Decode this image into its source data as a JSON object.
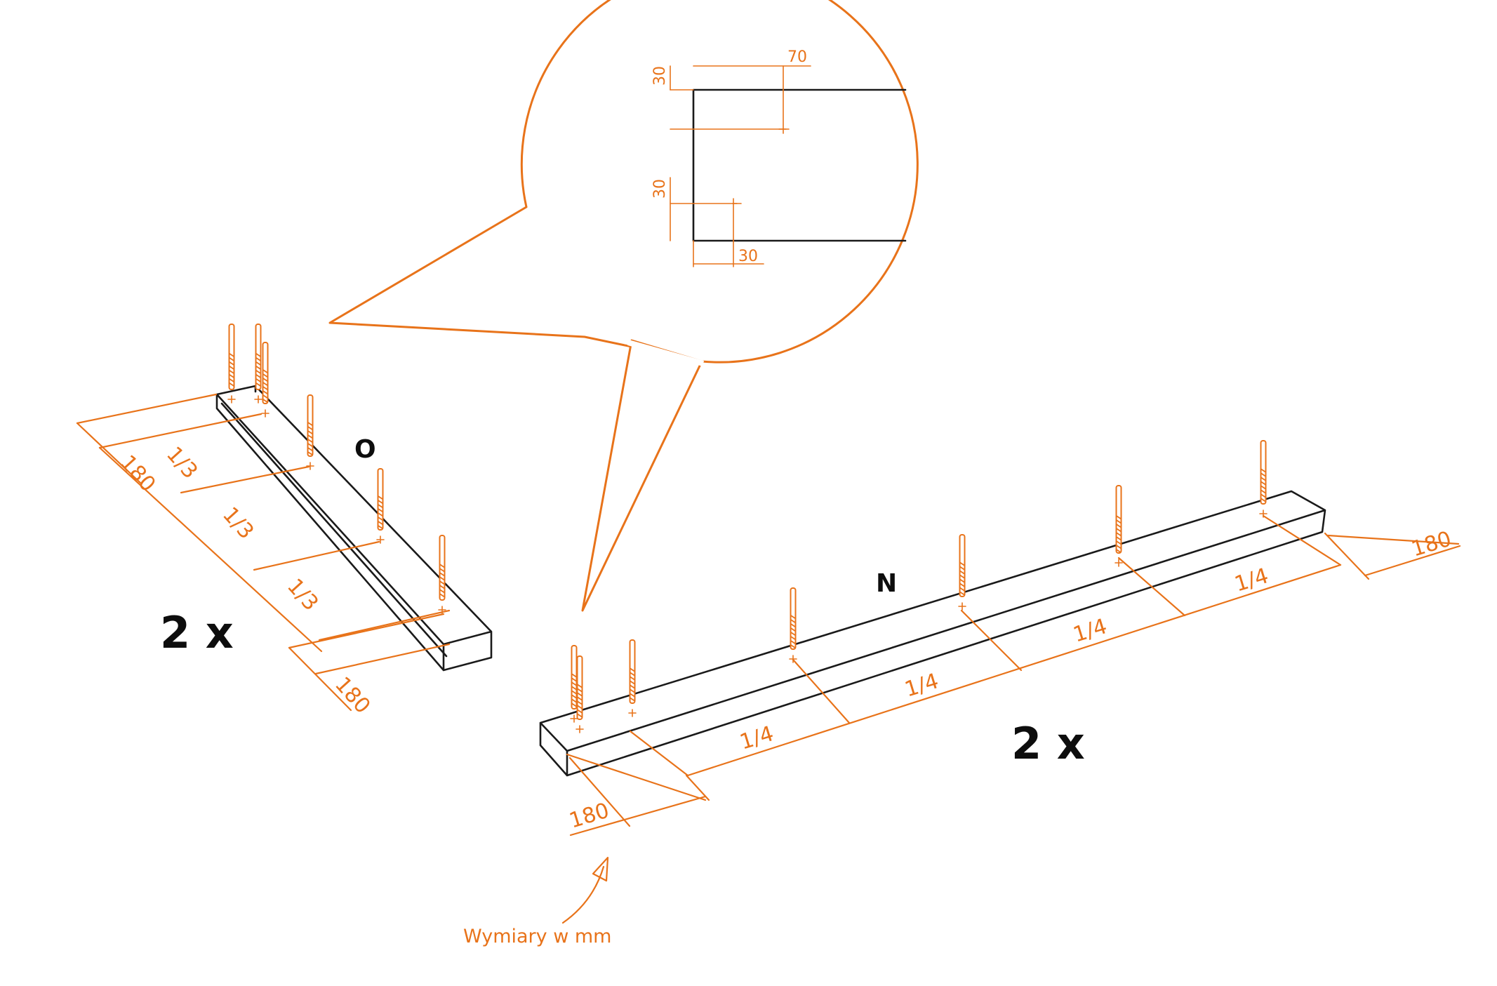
{
  "colors": {
    "accent": "#e8731a",
    "ink": "#1a1a1a"
  },
  "units_note": "Wymiary w mm",
  "short_beam": {
    "label": "O",
    "quantity": "2 x",
    "end_offset_top": "180",
    "end_offset_bottom": "180",
    "segments": [
      "1/3",
      "1/3",
      "1/3"
    ]
  },
  "long_beam": {
    "label": "N",
    "quantity": "2 x",
    "end_offset_left": "180",
    "end_offset_right": "180",
    "segments": [
      "1/4",
      "1/4",
      "1/4",
      "1/4"
    ]
  },
  "detail": {
    "top_edge_offset": "30",
    "top_hole_from_end": "70",
    "bottom_edge_offset": "30",
    "bottom_hole_from_end": "30"
  },
  "icons": [
    "drill-bit-icon",
    "curved-arrow-icon"
  ]
}
